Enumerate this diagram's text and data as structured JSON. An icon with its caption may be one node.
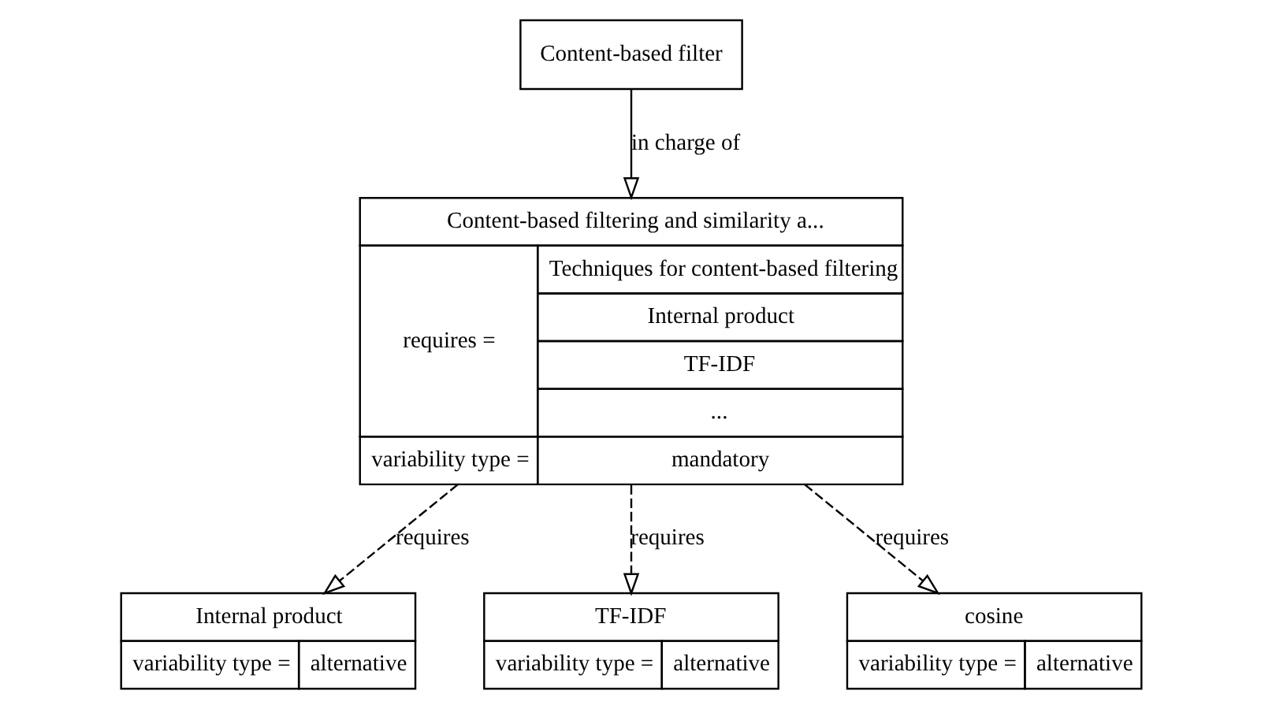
{
  "diagram": {
    "nodes": [
      {
        "text": [
          "Content-based filter"
        ]
      },
      {
        "text": [
          "Content-based filtering and similarity a...",
          "requires =",
          "Techniques for content-based filtering",
          "Internal product",
          "TF-IDF",
          "...",
          "variability type =",
          "mandatory"
        ]
      },
      {
        "text": [
          "Internal product",
          "variability type =",
          "alternative"
        ]
      },
      {
        "text": [
          "TF-IDF",
          "variability type =",
          "alternative"
        ]
      },
      {
        "text": [
          "cosine",
          "variability type =",
          "alternative"
        ]
      }
    ],
    "edges": [
      {
        "from": 0,
        "to": 1,
        "arrow": "to",
        "label": "in charge of"
      },
      {
        "from": 1,
        "to": 2,
        "arrow": "to",
        "label": "requires",
        "style": "dashed"
      },
      {
        "from": 1,
        "to": 3,
        "arrow": "to",
        "label": "requires",
        "style": "dashed"
      },
      {
        "from": 1,
        "to": 4,
        "arrow": "to",
        "label": "requires",
        "style": "dashed"
      }
    ]
  }
}
